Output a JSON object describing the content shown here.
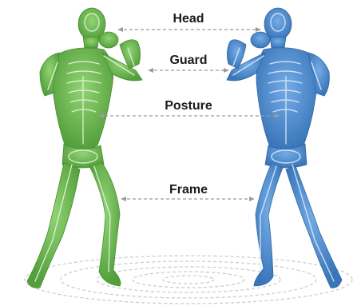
{
  "labels": {
    "head": "Head",
    "guard": "Guard",
    "posture": "Posture",
    "frame": "Frame"
  },
  "figures": {
    "left": {
      "name": "green-skeleton-fighter",
      "color": "#5fae45",
      "bone_color": "#e6f4dc"
    },
    "right": {
      "name": "blue-skeleton-fighter",
      "color": "#3f7fc4",
      "bone_color": "#e1ecfa"
    }
  },
  "arrow_color": "#9a9a9a",
  "ring_color": "#c9c9c9"
}
